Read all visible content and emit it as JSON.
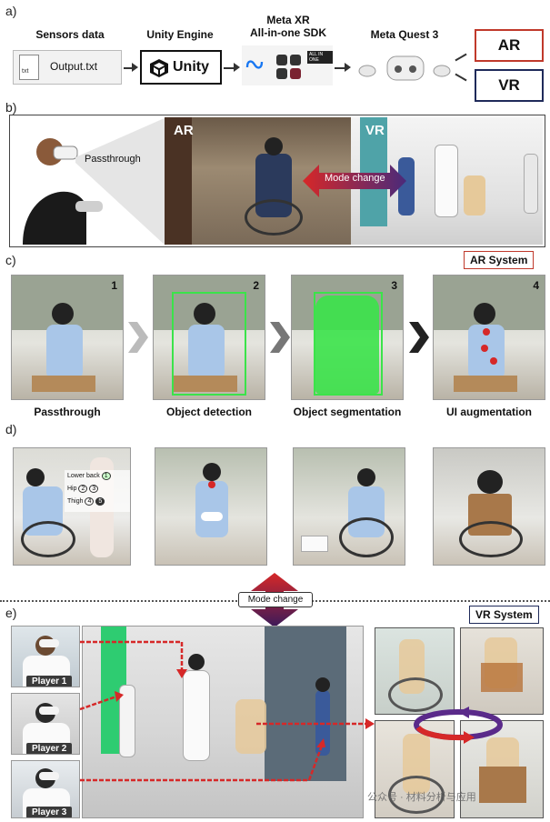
{
  "panel_labels": {
    "a": "a)",
    "b": "b)",
    "c": "c)",
    "d": "d)",
    "e": "e)"
  },
  "pipeline": {
    "sensors_title": "Sensors data",
    "file_name": "Output.txt",
    "file_ext": "txt",
    "unity_title": "Unity Engine",
    "unity_logo": "Unity",
    "sdk_title_1": "Meta XR",
    "sdk_title_2": "All-in-one SDK",
    "sdk_badge": "ALL IN ONE",
    "quest_title": "Meta Quest 3",
    "ar": "AR",
    "vr": "VR"
  },
  "panel_b": {
    "passthrough": "Passthrough",
    "ar": "AR",
    "vr": "VR",
    "mode_change": "Mode change"
  },
  "panel_c": {
    "system": "AR System",
    "steps": [
      {
        "num": "1",
        "caption": "Passthrough"
      },
      {
        "num": "2",
        "caption": "Object detection"
      },
      {
        "num": "3",
        "caption": "Object segmentation"
      },
      {
        "num": "4",
        "caption": "UI augmentation"
      }
    ]
  },
  "panel_d": {
    "legend": {
      "lower_back": "Lower back",
      "hip": "Hip",
      "thigh": "Thigh",
      "n1": "1",
      "n2": "2",
      "n3": "3",
      "n4": "4",
      "n5": "5"
    }
  },
  "mode_change": "Mode change",
  "panel_e": {
    "system": "VR System",
    "players": [
      "Player 1",
      "Player 2",
      "Player 3"
    ]
  },
  "watermark": "公众号 · 材料分析与应用",
  "colors": {
    "ar_red": "#c0392b",
    "vr_navy": "#1f2a5a",
    "seg_green": "#3be34a",
    "arrow_red": "#d62828",
    "arrow_purple": "#5a2a8a"
  }
}
